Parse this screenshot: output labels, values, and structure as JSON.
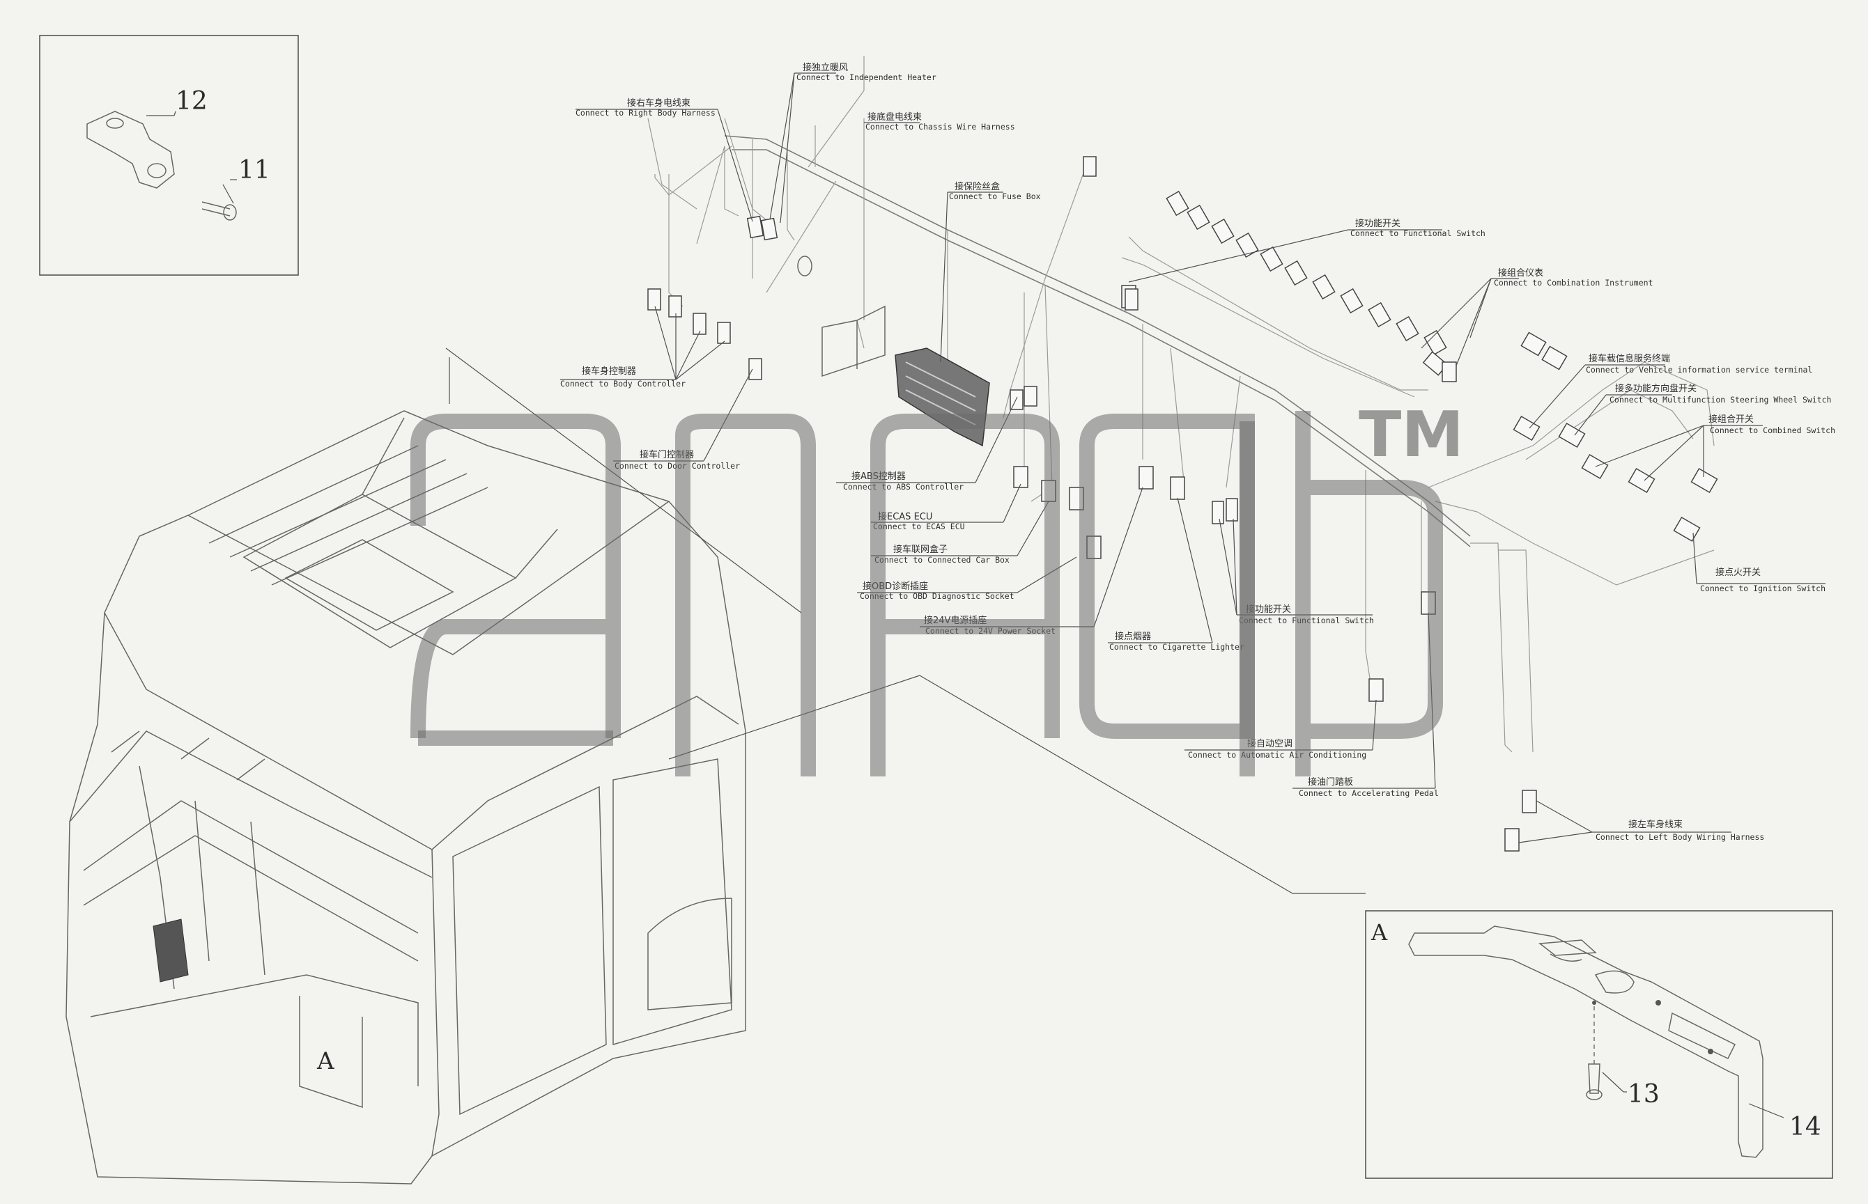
{
  "callouts": {
    "n11": "11",
    "n12": "12",
    "n13": "13",
    "n14": "14",
    "detail_a_label": "A",
    "view_a_label": "A"
  },
  "labels": [
    {
      "cn": "接独立暖风",
      "en": "Connect to Independent Heater"
    },
    {
      "cn": "接右车身电线束",
      "en": "Connect to Right Body Harness"
    },
    {
      "cn": "接底盘电线束",
      "en": "Connect to Chassis Wire Harness"
    },
    {
      "cn": "接保险丝盒",
      "en": "Connect to Fuse Box"
    },
    {
      "cn": "接功能开关",
      "en": "Connect to Functional Switch"
    },
    {
      "cn": "接组合仪表",
      "en": "Connect to Combination Instrument"
    },
    {
      "cn": "接车身控制器",
      "en": "Connect to Body Controller"
    },
    {
      "cn": "接车载信息服务终端",
      "en": "Connect to Vehicle information service terminal"
    },
    {
      "cn": "接多功能方向盘开关",
      "en": "Connect to Multifunction Steering Wheel Switch"
    },
    {
      "cn": "接组合开关",
      "en": "Connect to Combined Switch"
    },
    {
      "cn": "接车门控制器",
      "en": "Connect to Door Controller"
    },
    {
      "cn": "接ABS控制器",
      "en": "Connect to ABS Controller"
    },
    {
      "cn": "接ECAS ECU",
      "en": "Connect to ECAS ECU"
    },
    {
      "cn": "接车联网盒子",
      "en": "Connect to Connected Car Box"
    },
    {
      "cn": "接OBD诊断插座",
      "en": "Connect to OBD Diagnostic Socket"
    },
    {
      "cn": "接24V电源插座",
      "en": "Connect to 24V Power Socket"
    },
    {
      "cn": "接点烟器",
      "en": "Connect to Cigarette Lighter"
    },
    {
      "cn": "接功能开关",
      "en": "Connect to Functional Switch"
    },
    {
      "cn": "接点火开关",
      "en": "Connect to Ignition Switch"
    },
    {
      "cn": "接自动空调",
      "en": "Connect to Automatic Air Conditioning"
    },
    {
      "cn": "接油门踏板",
      "en": "Connect to Accelerating Pedal"
    },
    {
      "cn": "接左车身线束",
      "en": "Connect to Left Body Wiring Harness"
    }
  ],
  "watermark": {
    "tm": "TM"
  }
}
